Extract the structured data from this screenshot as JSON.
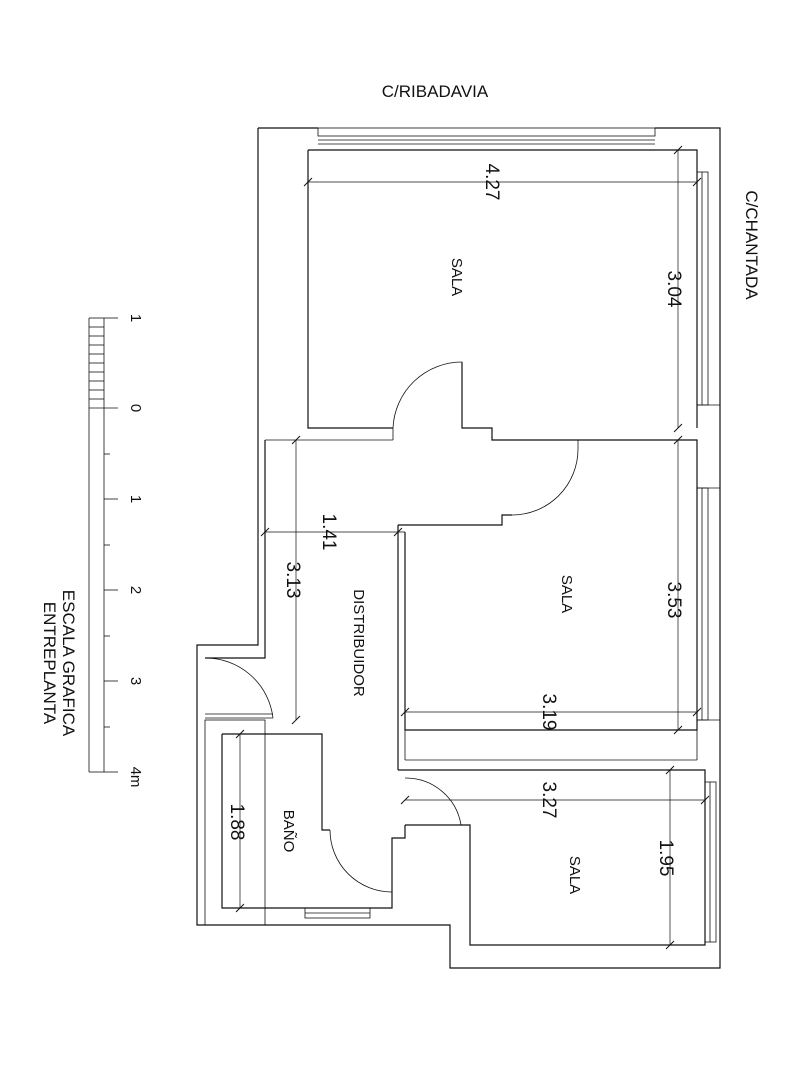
{
  "streets": {
    "north": "C/RIBADAVIA",
    "east": "C/CHANTADA"
  },
  "rooms": {
    "sala_1": "SALA",
    "sala_2": "SALA",
    "sala_3": "SALA",
    "distribuidor": "DISTRIBUIDOR",
    "bano": "BAÑO"
  },
  "dimensions": {
    "sala_1_width": "4.27",
    "sala_1_depth": "3.04",
    "distribuidor_width": "1.41",
    "distribuidor_length": "3.13",
    "sala_2_depth": "3.53",
    "sala_2_width": "3.19",
    "sala_3_width": "3.27",
    "sala_3_depth": "1.95",
    "bano_length": "1.88"
  },
  "scale": {
    "title_1": "ESCALA GRAFICA",
    "title_2": "ENTREPLANTA",
    "ticks": [
      "1",
      "0",
      "1",
      "2",
      "3",
      "4m"
    ]
  }
}
